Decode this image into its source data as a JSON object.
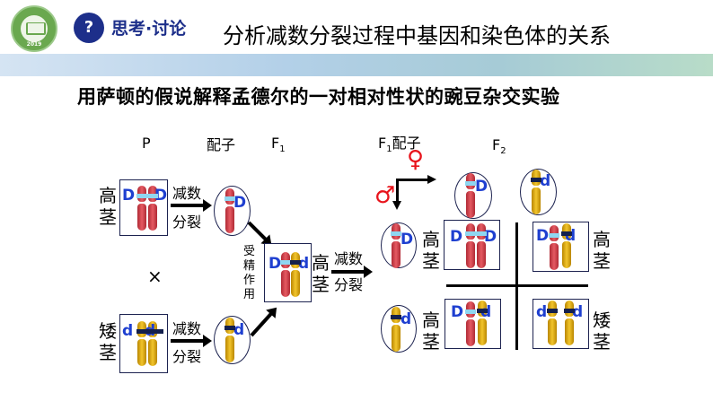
{
  "header": {
    "logo_year": "2019",
    "section_label": "思考·讨论",
    "title": "分析减数分裂过程中基因和染色体的关系"
  },
  "subtitle": "用萨顿的假说解释孟德尔的一对相对性状的豌豆杂交实验",
  "columns": {
    "p": "P",
    "gametes": "配子",
    "f1": "F",
    "f1_sub": "1",
    "f1_gametes": "配子",
    "f2": "F",
    "f2_sub": "2"
  },
  "parents": {
    "tall": "高茎",
    "short": "矮茎",
    "cross": "×"
  },
  "process": {
    "meiosis_line1": "减数",
    "meiosis_line2": "分裂",
    "fertilization": "受精作用"
  },
  "f1_phenotype": "高茎",
  "alleles": {
    "dominant": "D",
    "recessive": "d"
  },
  "symbols": {
    "female": "♀",
    "male": "♂"
  },
  "f2": {
    "top_left": "高茎",
    "top_right": "高茎",
    "bottom_left": "高茎",
    "bottom_right": "矮茎"
  }
}
